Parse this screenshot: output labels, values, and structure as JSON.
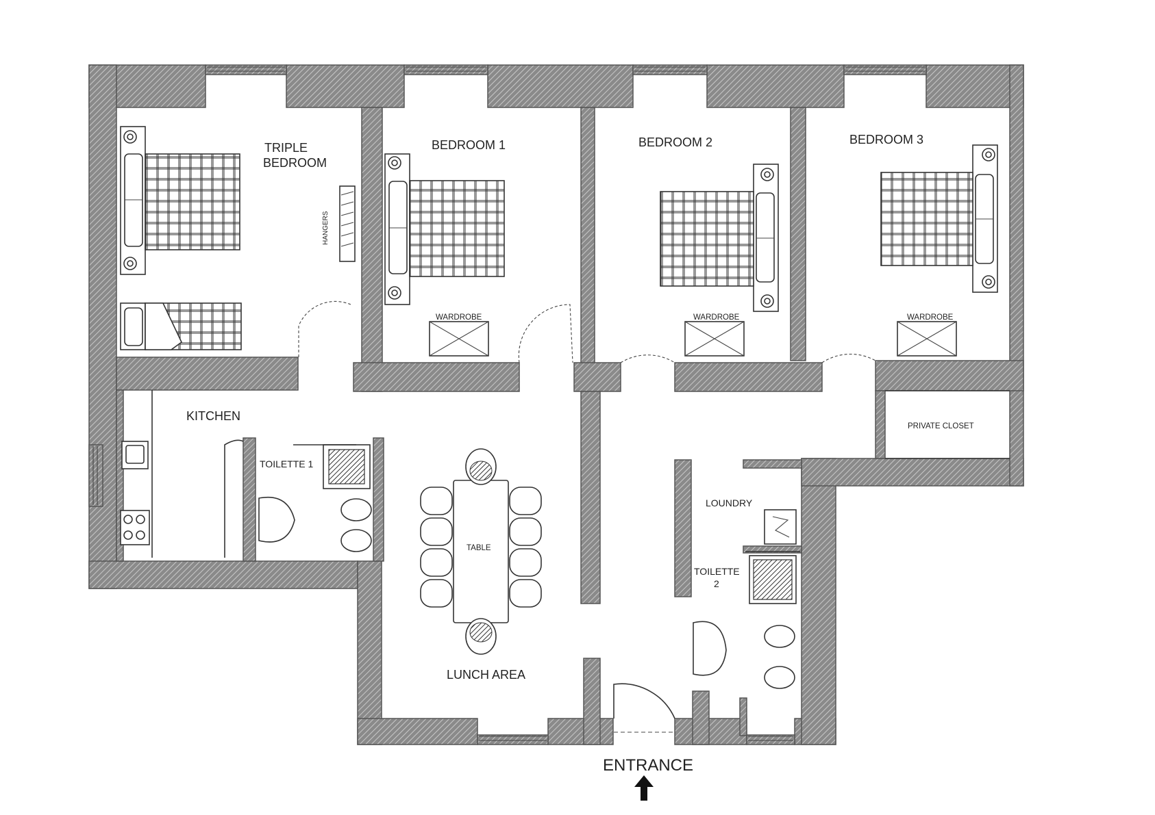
{
  "rooms": {
    "triple_bedroom": [
      "TRIPLE",
      "BEDROOM"
    ],
    "bedroom1": "BEDROOM 1",
    "bedroom2": "BEDROOM 2",
    "bedroom3": "BEDROOM 3",
    "kitchen": "KITCHEN",
    "toilette1": "TOILETTE 1",
    "toilette2": [
      "TOILETTE",
      "2"
    ],
    "loundry": "LOUNDRY",
    "lunch_area": "LUNCH AREA",
    "private_closet": "PRIVATE CLOSET"
  },
  "fixtures": {
    "hangers": "HANGERS",
    "wardrobe": "WARDROBE",
    "table": "TABLE"
  },
  "entrance": "ENTRANCE"
}
